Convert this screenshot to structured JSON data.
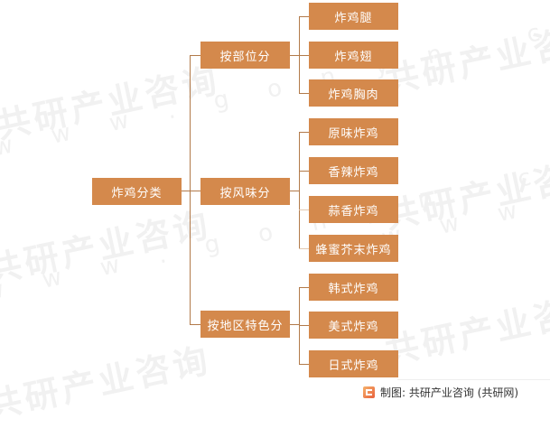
{
  "watermark": {
    "text_cn": "共研产业咨询",
    "text_en": "w w w . g o n y n . c o m"
  },
  "diagram": {
    "root": {
      "label": "炸鸡分类"
    },
    "branches": [
      {
        "label": "按部位分",
        "children": [
          "炸鸡腿",
          "炸鸡翅",
          "炸鸡胸肉"
        ]
      },
      {
        "label": "按风味分",
        "children": [
          "原味炸鸡",
          "香辣炸鸡",
          "蒜香炸鸡",
          "蜂蜜芥末炸鸡"
        ]
      },
      {
        "label": "按地区特色分",
        "children": [
          "韩式炸鸡",
          "美式炸鸡",
          "日式炸鸡"
        ]
      }
    ],
    "colors": {
      "node_fill": "#d4894c",
      "node_text": "#ffffff",
      "connector": "#b27a4a"
    }
  },
  "footer": {
    "logo_icon": "gonyn-logo-icon",
    "credit": "制图: 共研产业咨询 (共研网)"
  }
}
